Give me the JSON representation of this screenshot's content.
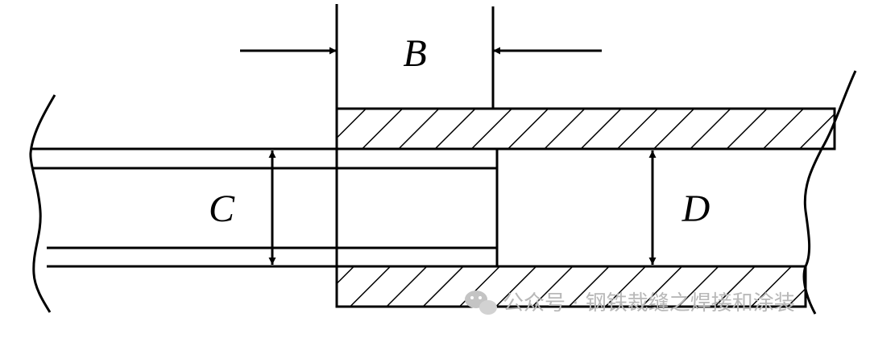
{
  "labels": {
    "b": "B",
    "c": "C",
    "d": "D"
  },
  "watermark": {
    "text": "公众号 · 钢铁裁缝之焊接和涂装"
  },
  "colors": {
    "line": "#000000",
    "watermark": "#b8b8b8"
  }
}
